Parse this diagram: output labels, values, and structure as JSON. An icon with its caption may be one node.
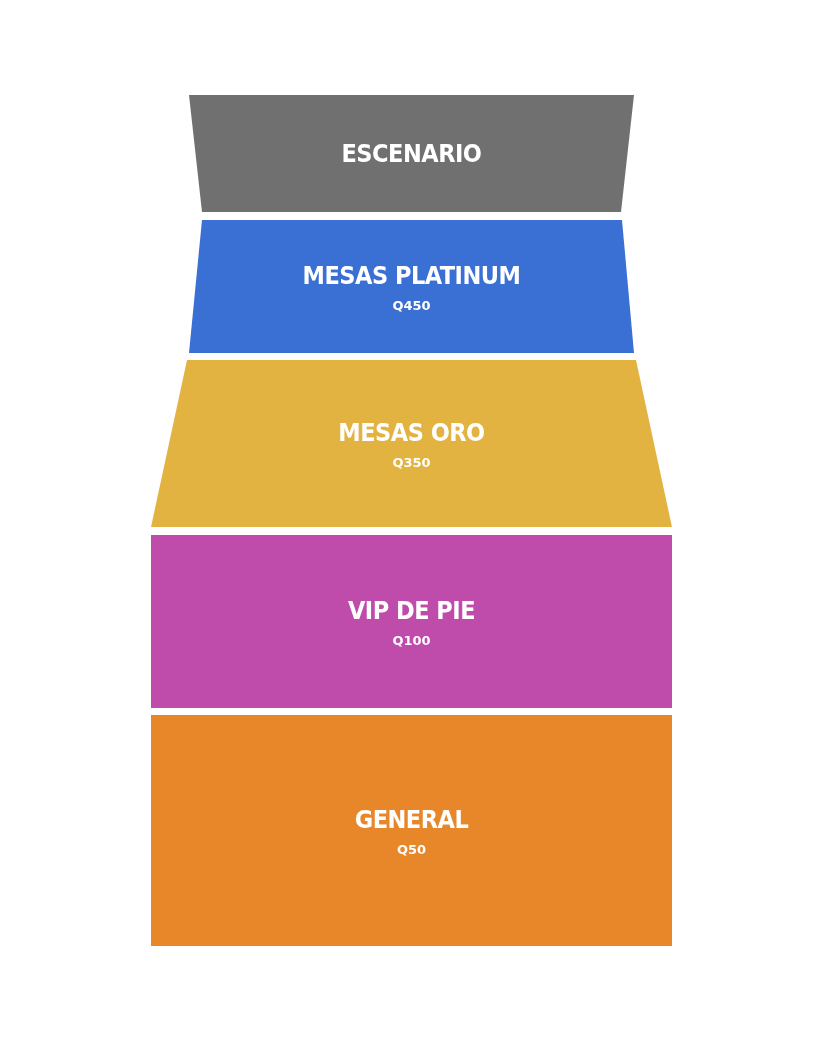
{
  "diagram": {
    "nodes": [
      {
        "text": [
          "ESCENARIO"
        ]
      },
      {
        "text": [
          "MESAS PLATINUM",
          "Q450"
        ]
      },
      {
        "text": [
          "MESAS ORO",
          "Q350"
        ]
      },
      {
        "text": [
          "VIP DE PIE",
          "Q100"
        ]
      },
      {
        "text": [
          "GENERAL",
          "Q50"
        ]
      }
    ]
  }
}
